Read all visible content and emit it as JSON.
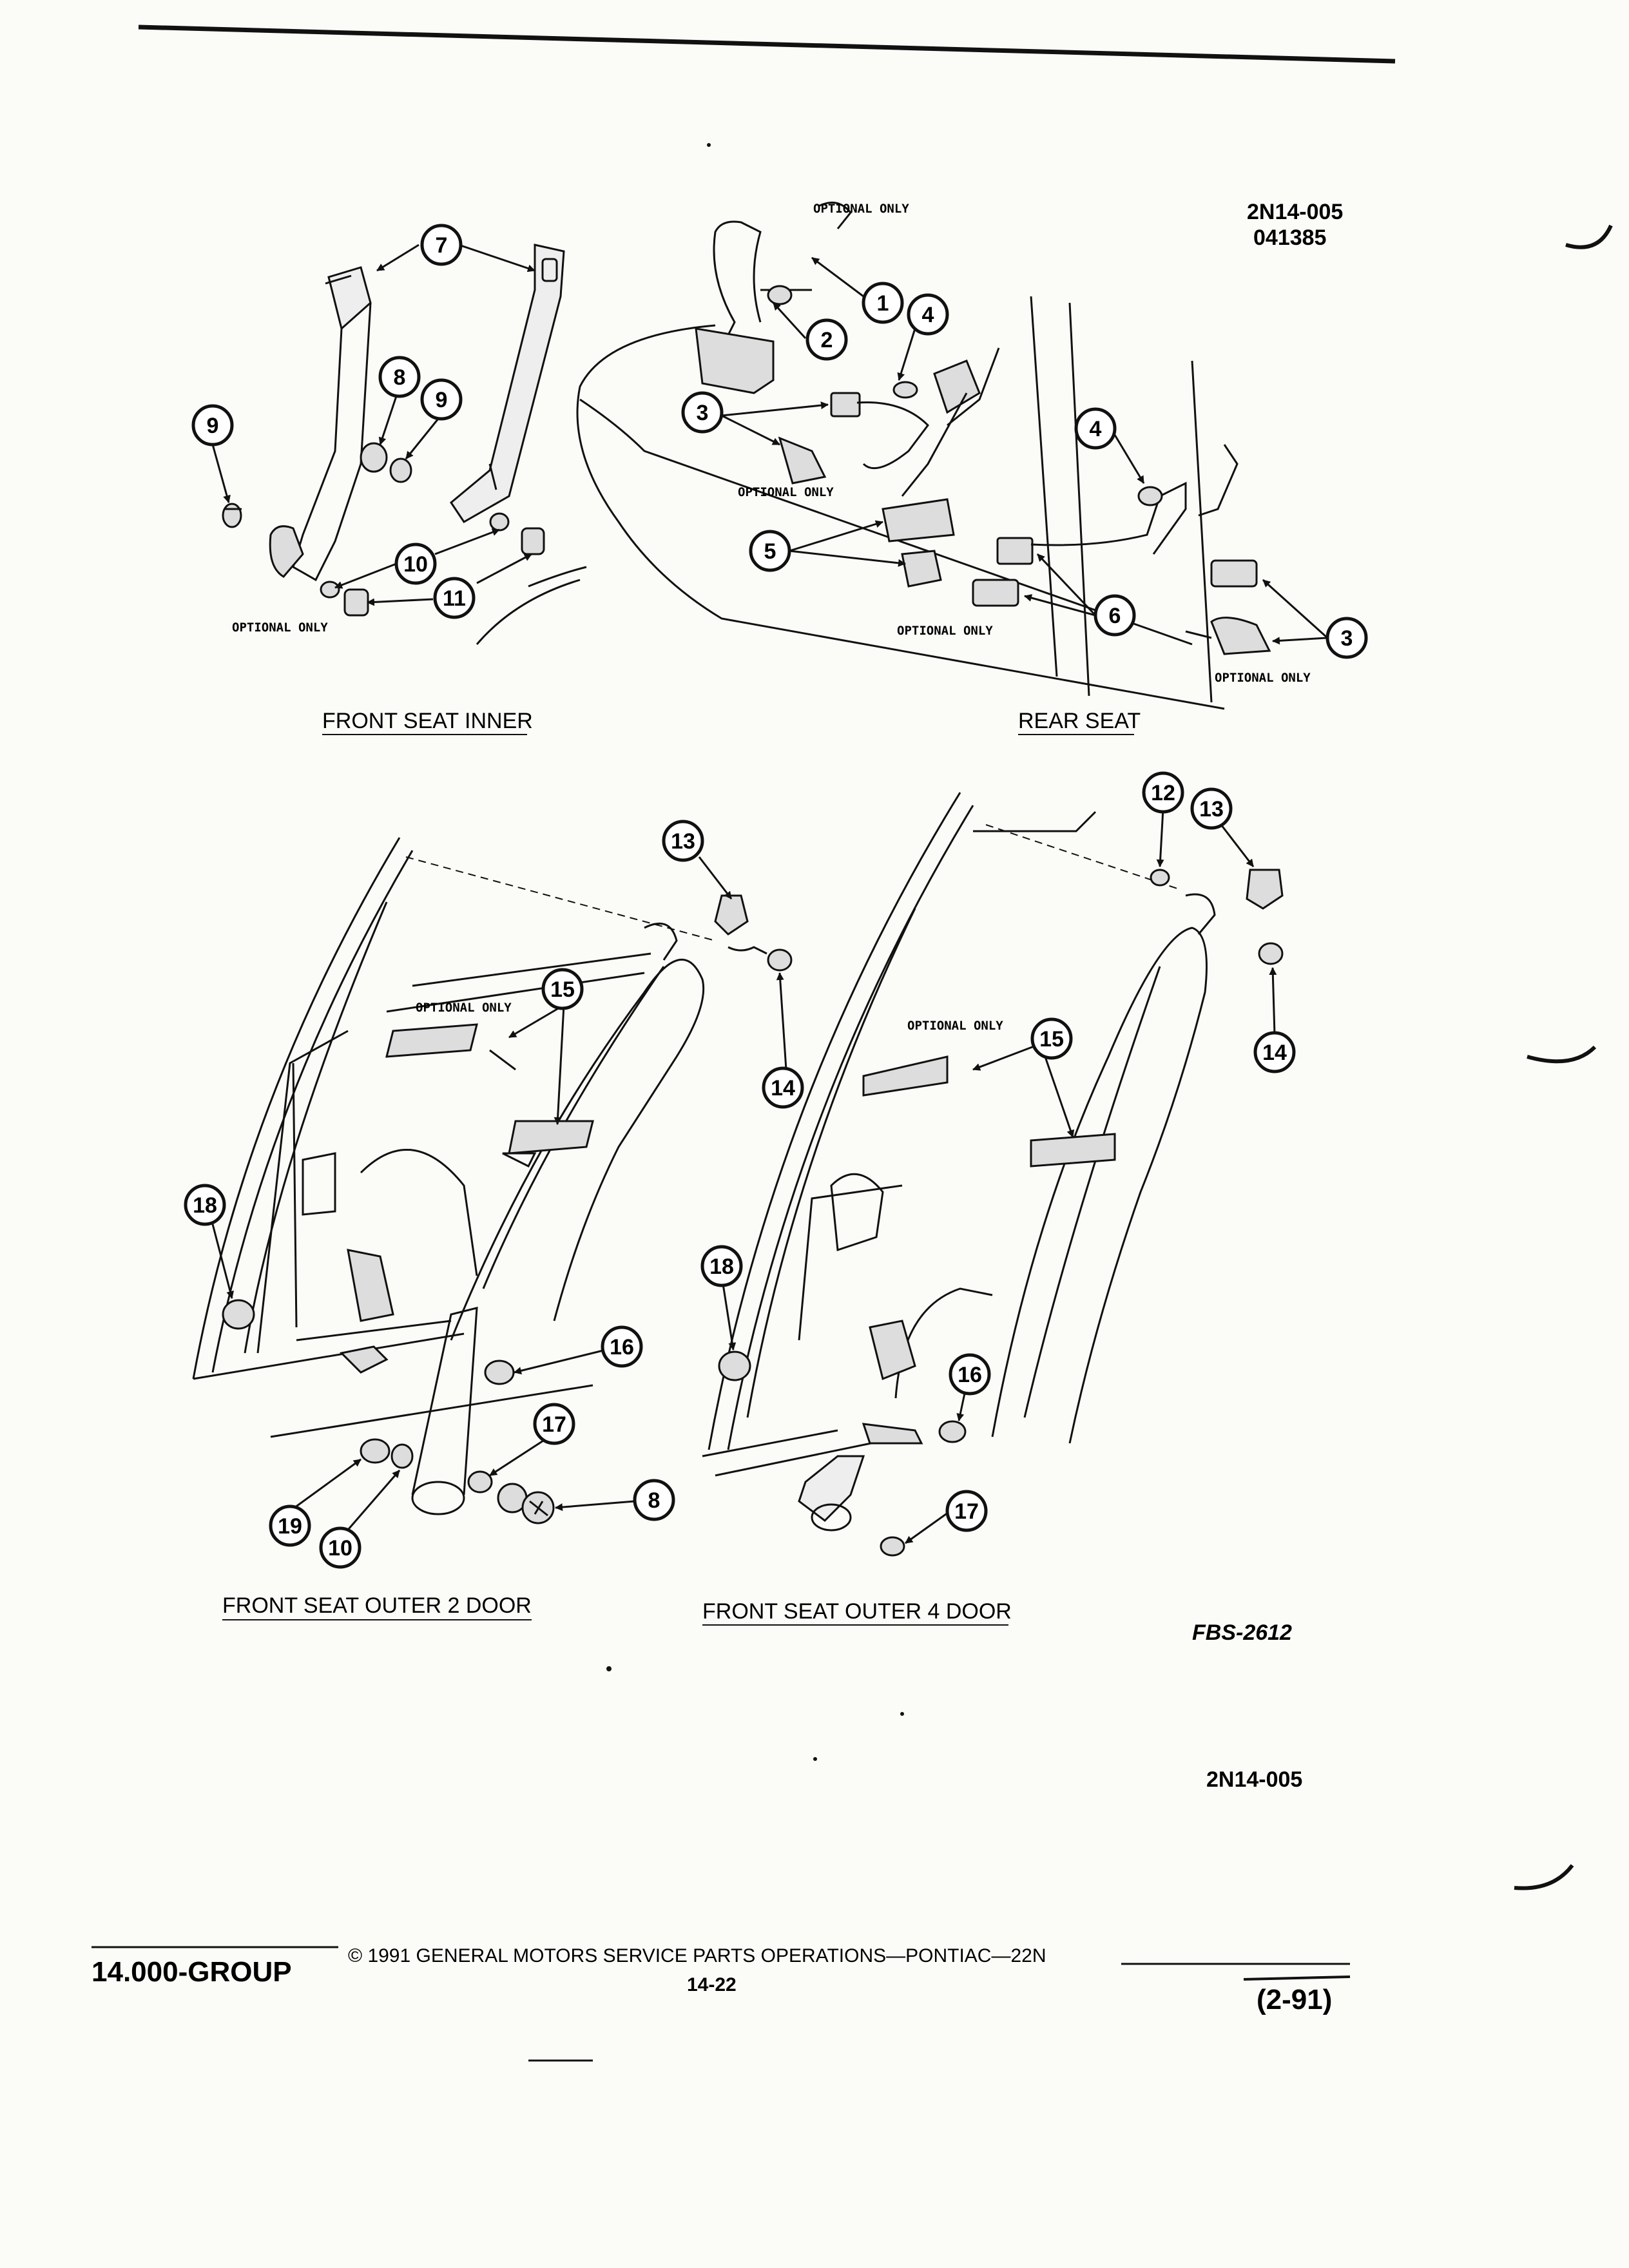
{
  "header": {
    "drawing_code": "2N14-005",
    "date_code": "041385"
  },
  "labels": {
    "optional_only": "OPTIONAL ONLY"
  },
  "captions": {
    "front_seat_inner": "FRONT SEAT INNER",
    "rear_seat": "REAR SEAT",
    "front_seat_outer_2door": "FRONT SEAT OUTER 2 DOOR",
    "front_seat_outer_4door": "FRONT SEAT OUTER 4 DOOR"
  },
  "figure_code": "FBS-2612",
  "page_code": "2N14-005",
  "callouts": {
    "c1": "1",
    "c2": "2",
    "c3": "3",
    "c4": "4",
    "c5": "5",
    "c6": "6",
    "c7": "7",
    "c8": "8",
    "c9": "9",
    "c10": "10",
    "c11": "11",
    "c12": "12",
    "c13": "13",
    "c14": "14",
    "c15": "15",
    "c16": "16",
    "c17": "17",
    "c18": "18",
    "c19": "19"
  },
  "footer": {
    "group": "14.000-GROUP",
    "copyright": "© 1991 GENERAL MOTORS SERVICE PARTS OPERATIONS—PONTIAC—22N",
    "page_number": "14-22",
    "revision": "(2-91)"
  }
}
